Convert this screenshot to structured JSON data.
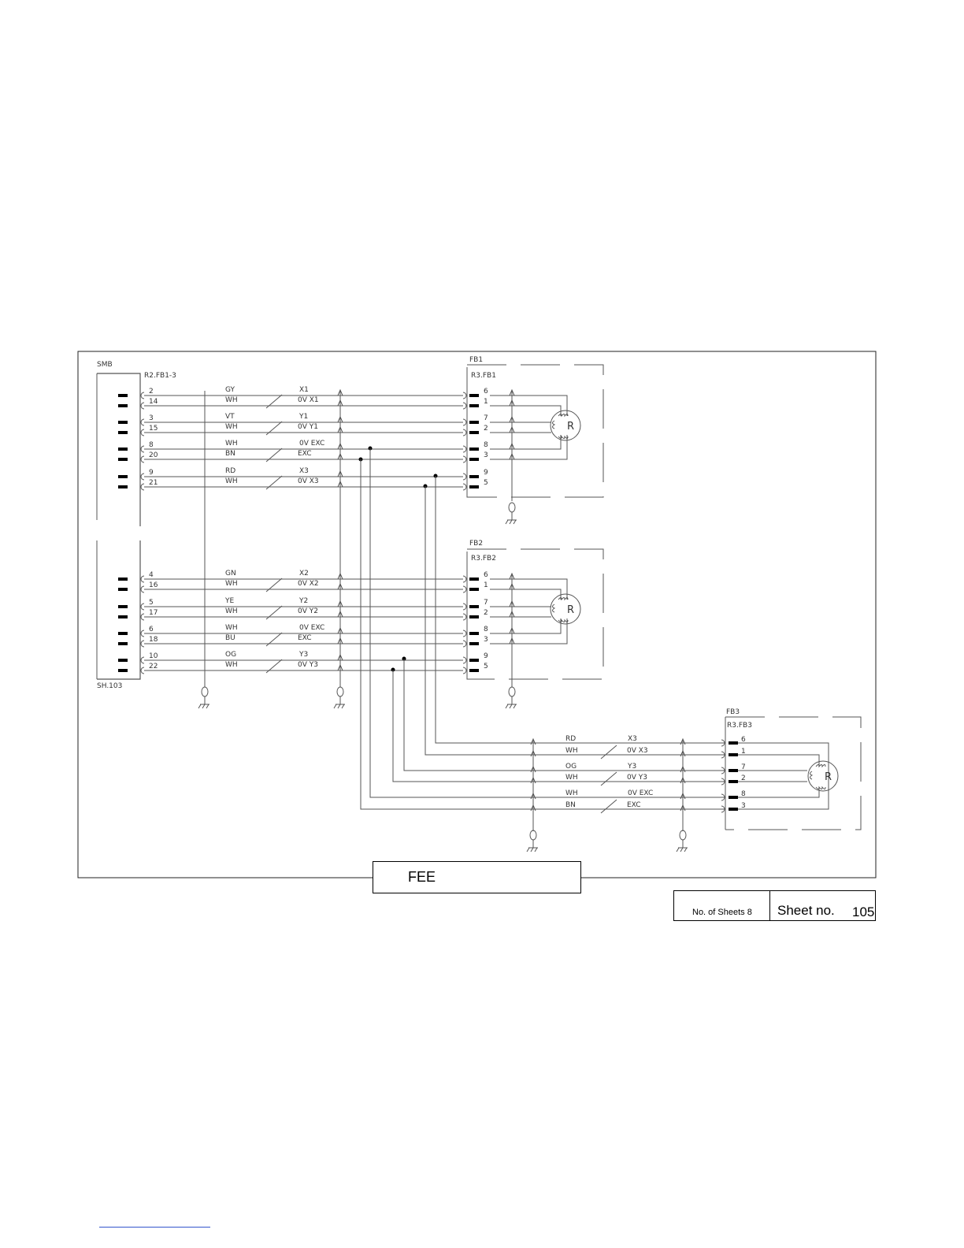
{
  "schematic": {
    "smb_label": "SMB",
    "smb_ref": "R2.FB1-3",
    "smb_sheet_ref": "SH.103",
    "blocks": [
      {
        "name": "FB1",
        "ref": "R3.FB1",
        "rows": [
          {
            "pin": "2",
            "color": "GY",
            "signal": "X1",
            "fb_pin": "6"
          },
          {
            "pin": "14",
            "color": "WH",
            "signal": "0V X1",
            "fb_pin": "1"
          },
          {
            "pin": "3",
            "color": "VT",
            "signal": "Y1",
            "fb_pin": "7"
          },
          {
            "pin": "15",
            "color": "WH",
            "signal": "0V Y1",
            "fb_pin": "2"
          },
          {
            "pin": "8",
            "color": "WH",
            "signal": "0V EXC",
            "fb_pin": "8"
          },
          {
            "pin": "20",
            "color": "BN",
            "signal": "EXC",
            "fb_pin": "3"
          },
          {
            "pin": "9",
            "color": "RD",
            "signal": "X3",
            "fb_pin": "9"
          },
          {
            "pin": "21",
            "color": "WH",
            "signal": "0V X3",
            "fb_pin": "5"
          }
        ]
      },
      {
        "name": "FB2",
        "ref": "R3.FB2",
        "rows": [
          {
            "pin": "4",
            "color": "GN",
            "signal": "X2",
            "fb_pin": "6"
          },
          {
            "pin": "16",
            "color": "WH",
            "signal": "0V X2",
            "fb_pin": "1"
          },
          {
            "pin": "5",
            "color": "YE",
            "signal": "Y2",
            "fb_pin": "7"
          },
          {
            "pin": "17",
            "color": "WH",
            "signal": "0V Y2",
            "fb_pin": "2"
          },
          {
            "pin": "6",
            "color": "WH",
            "signal": "0V EXC",
            "fb_pin": "8"
          },
          {
            "pin": "18",
            "color": "BU",
            "signal": "EXC",
            "fb_pin": "3"
          },
          {
            "pin": "10",
            "color": "OG",
            "signal": "Y3",
            "fb_pin": "9"
          },
          {
            "pin": "22",
            "color": "WH",
            "signal": "0V Y3",
            "fb_pin": "5"
          }
        ]
      },
      {
        "name": "FB3",
        "ref": "R3.FB3",
        "rows": [
          {
            "color": "RD",
            "signal": "X3",
            "fb_pin": "6"
          },
          {
            "color": "WH",
            "signal": "0V X3",
            "fb_pin": "1"
          },
          {
            "color": "OG",
            "signal": "Y3",
            "fb_pin": "7"
          },
          {
            "color": "WH",
            "signal": "0V Y3",
            "fb_pin": "2"
          },
          {
            "color": "WH",
            "signal": "0V EXC",
            "fb_pin": "8"
          },
          {
            "color": "BN",
            "signal": "EXC",
            "fb_pin": "3"
          }
        ]
      }
    ],
    "resolver_letter": "R"
  },
  "title_block": {
    "title": "FEE",
    "sheets_count": "No. of Sheets 8",
    "sheet_label": "Sheet no.",
    "sheet_number": "105"
  }
}
